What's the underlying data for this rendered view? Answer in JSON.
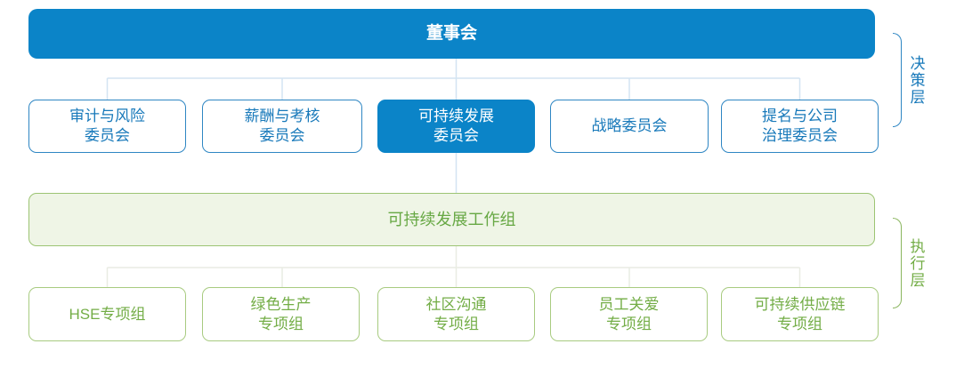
{
  "palette": {
    "primary_blue": "#0b84c8",
    "blue_border": "#2e86c3",
    "blue_text": "#1879ba",
    "light_blue_line": "#d3e4f2",
    "green_border": "#a8cb80",
    "green_text": "#73ad46",
    "workgroup_fill": "#eff5e6",
    "workgroup_border": "#9cc473",
    "light_green_line": "#e9ece3",
    "bracket_green": "#8ab55e"
  },
  "org_chart": {
    "root": {
      "label": "董事会"
    },
    "layers": {
      "decision": "决策层",
      "execution": "执行层"
    },
    "committees": [
      {
        "label": "审计与风险\n委员会",
        "highlighted": false
      },
      {
        "label": "薪酬与考核\n委员会",
        "highlighted": false
      },
      {
        "label": "可持续发展\n委员会",
        "highlighted": true
      },
      {
        "label": "战略委员会",
        "highlighted": false
      },
      {
        "label": "提名与公司\n治理委员会",
        "highlighted": false
      }
    ],
    "workgroup": {
      "label": "可持续发展工作组"
    },
    "task_groups": [
      {
        "label": "HSE专项组"
      },
      {
        "label": "绿色生产\n专项组"
      },
      {
        "label": "社区沟通\n专项组"
      },
      {
        "label": "员工关爱\n专项组"
      },
      {
        "label": "可持续供应链\n专项组"
      }
    ]
  }
}
